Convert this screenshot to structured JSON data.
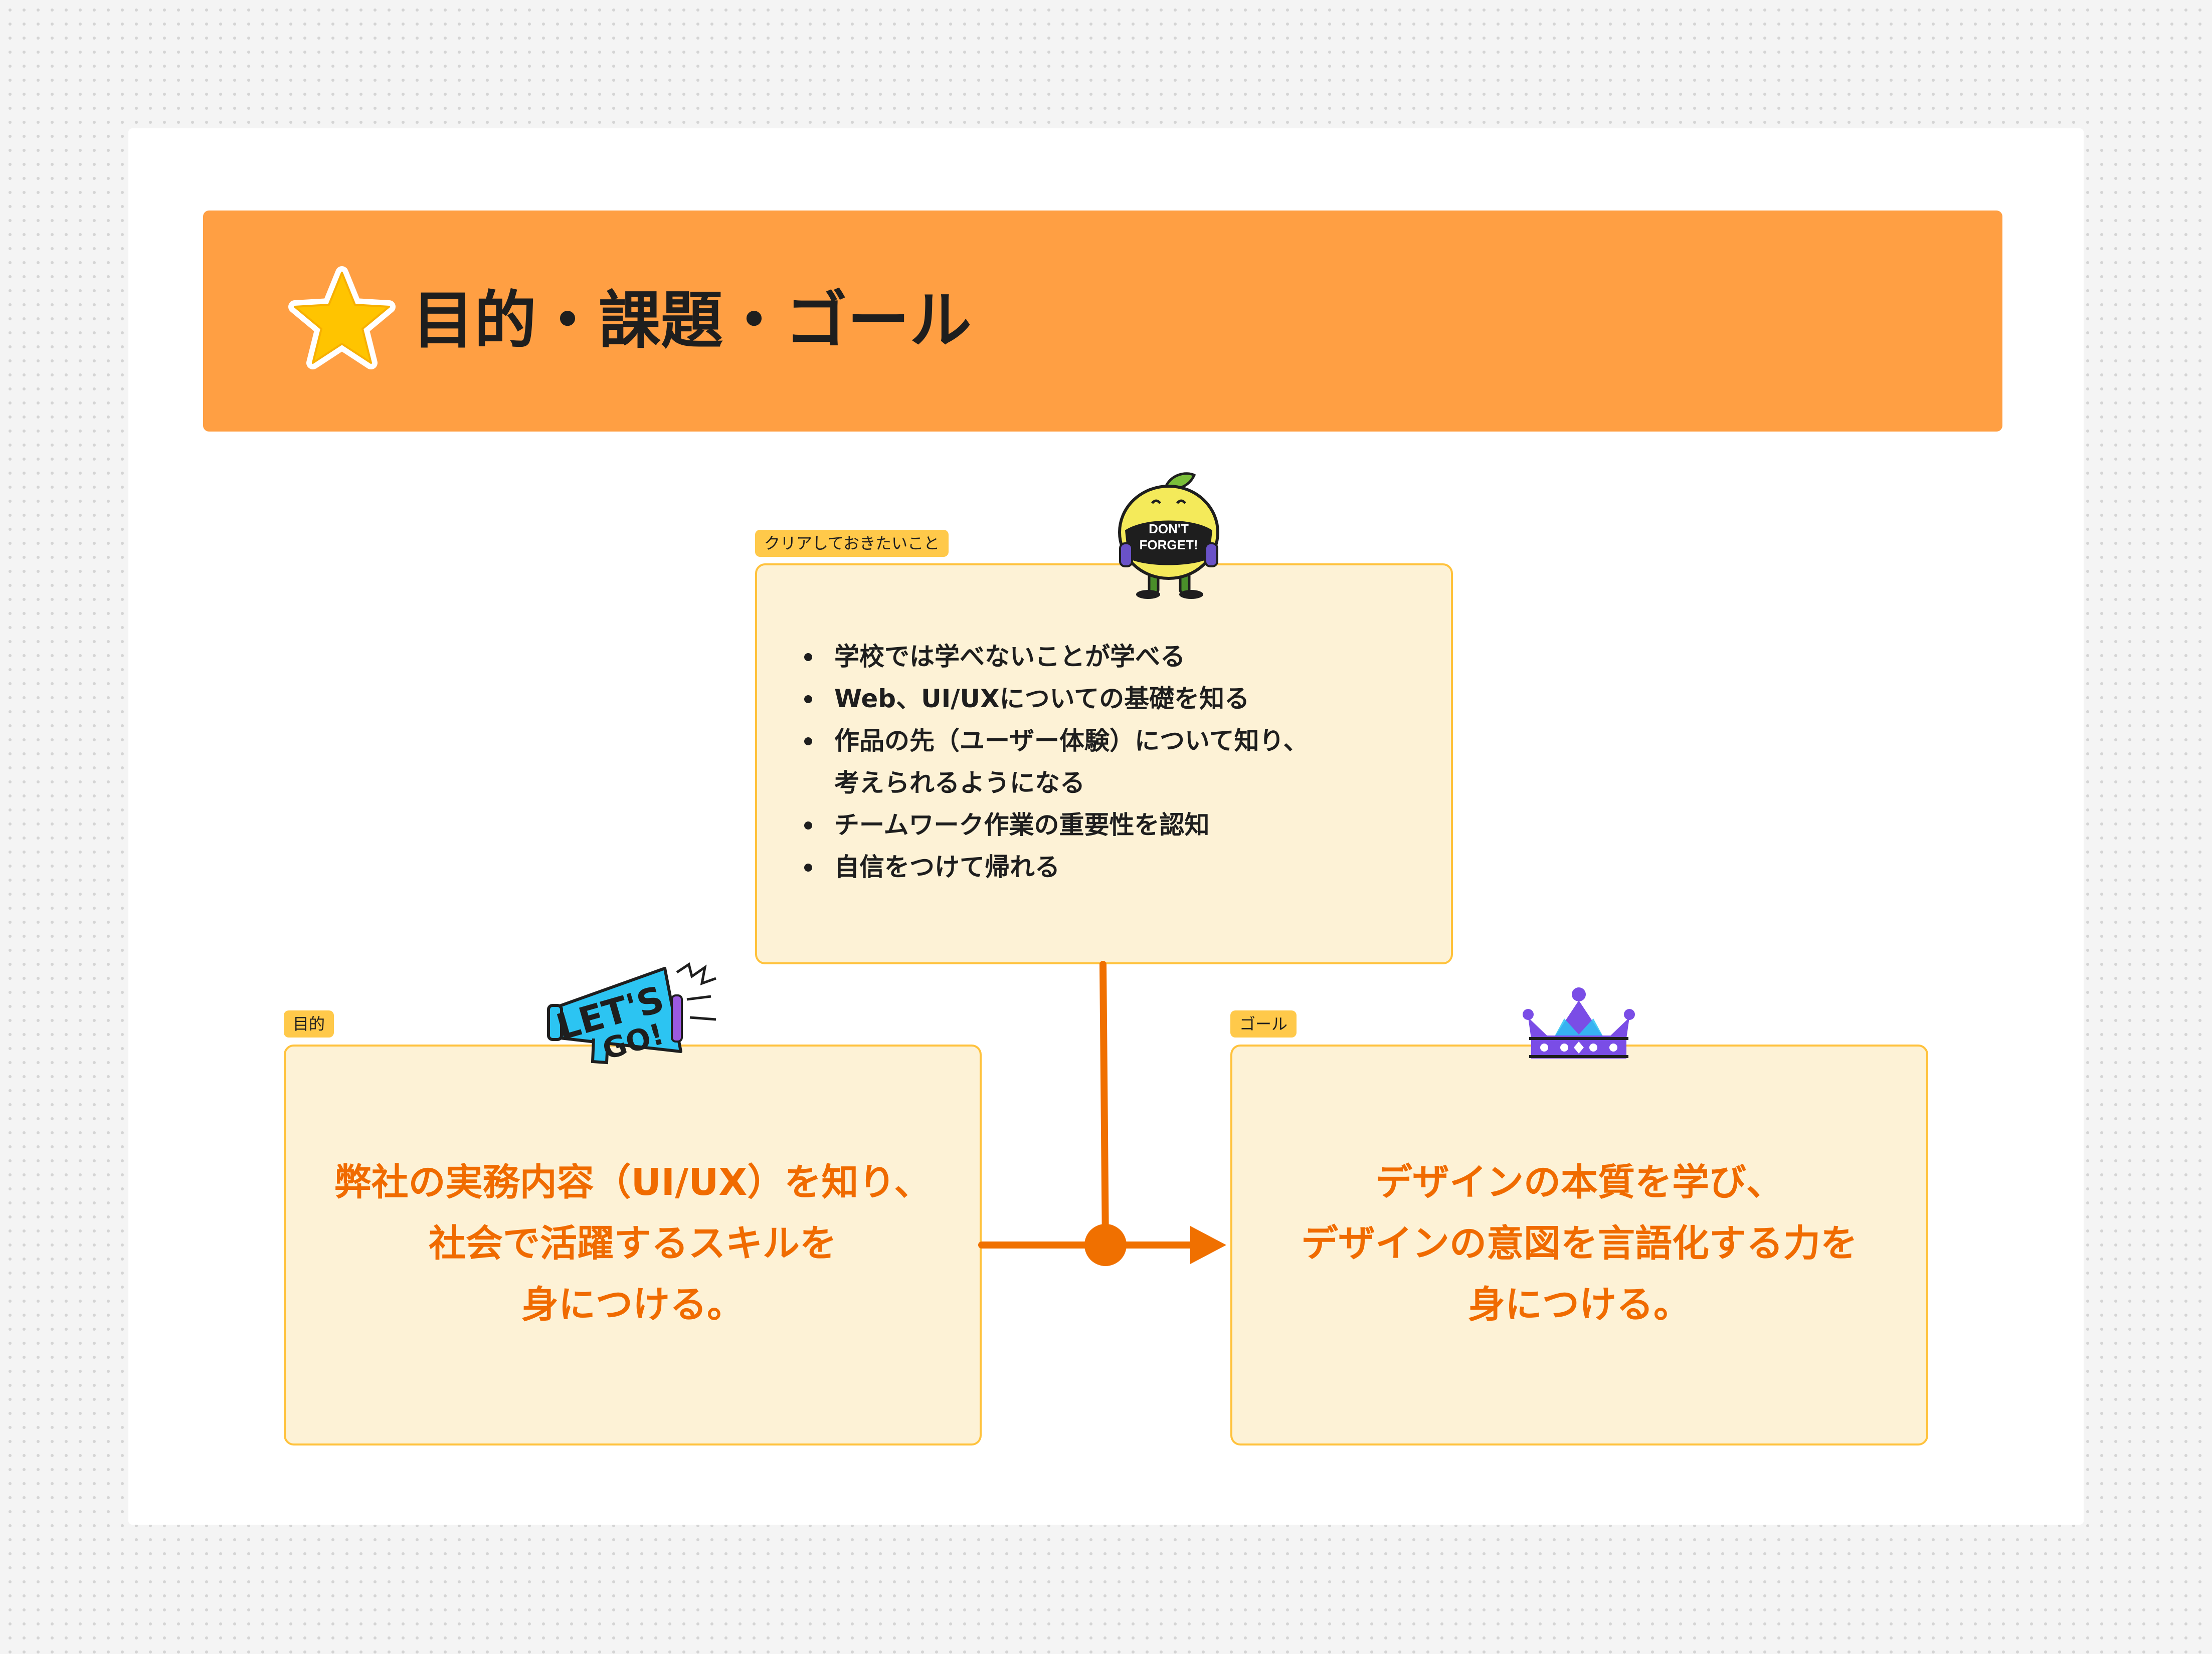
{
  "header": {
    "title": "目的・課題・ゴール",
    "icon": "star-icon",
    "background_color": "#ff9f43"
  },
  "sections": {
    "clear": {
      "tag": "クリアしておきたいこと",
      "sticker": "dont-forget-lemon-sticker",
      "sticker_text": "DON'T FORGET!",
      "items": [
        "学校では学べないことが学べる",
        "Web、UI/UXについての基礎を知る",
        "作品の先（ユーザー体験）について知り、",
        "チームワーク作業の重要性を認知",
        "自信をつけて帰れる"
      ],
      "item3_continuation": "考えられるようになる"
    },
    "purpose": {
      "tag": "目的",
      "sticker": "lets-go-megaphone-sticker",
      "sticker_text": "LET'S GO!",
      "lines": [
        "弊社の実務内容（UI/UX）を知り、",
        "社会で活躍するスキルを",
        "身につける。"
      ]
    },
    "goal": {
      "tag": "ゴール",
      "sticker": "crown-sticker",
      "lines": [
        "デザインの本質を学び、",
        "デザインの意図を言語化する力を",
        "身につける。"
      ]
    }
  },
  "colors": {
    "box_fill": "#fdf2d6",
    "box_border": "#ffc23c",
    "tag_fill": "#ffc94a",
    "accent_text": "#f06b00",
    "connector": "#f07000"
  }
}
